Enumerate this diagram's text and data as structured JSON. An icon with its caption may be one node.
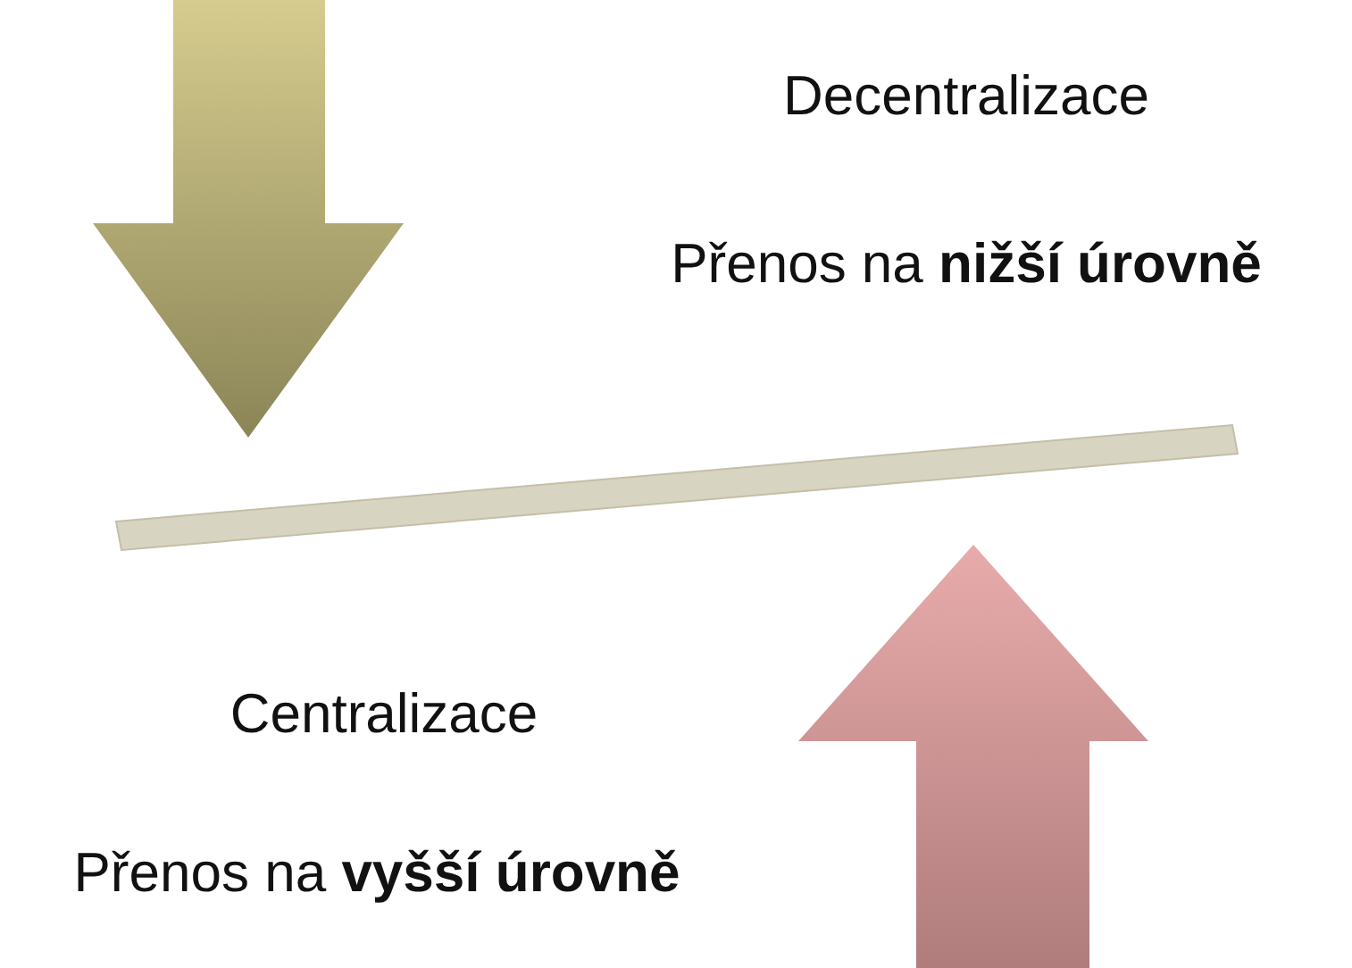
{
  "diagram": {
    "labels": [
      "Decentralizace",
      "Přenos na **nižší úrovně**",
      "Centralizace",
      "Přenos na **vyšší úrovně**"
    ]
  }
}
